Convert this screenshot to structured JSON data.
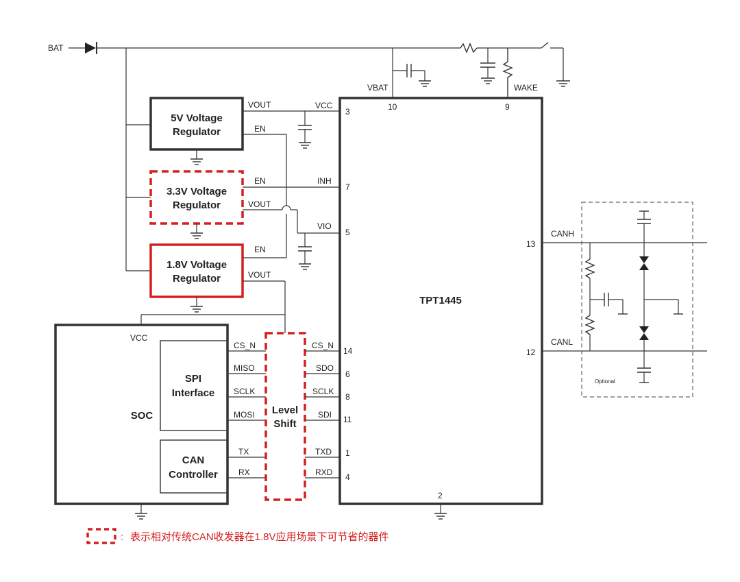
{
  "net_labels": {
    "bat": "BAT",
    "vbat": "VBAT",
    "wake": "WAKE",
    "vcc_top": "VCC",
    "vout_5v": "VOUT",
    "en_5v": "EN",
    "en_33": "EN",
    "inh": "INH",
    "vout_33": "VOUT",
    "vio": "VIO",
    "en_18": "EN",
    "vout_18": "VOUT",
    "soc_vcc": "VCC",
    "canh": "CANH",
    "canl": "CANL"
  },
  "blocks": {
    "reg_5v": [
      "5V Voltage",
      "Regulator"
    ],
    "reg_33v": [
      "3.3V Voltage",
      "Regulator"
    ],
    "reg_18v": [
      "1.8V Voltage",
      "Regulator"
    ],
    "soc": "SOC",
    "spi": [
      "SPI",
      "Interface"
    ],
    "can_ctrl": [
      "CAN",
      "Controller"
    ],
    "level_shift": [
      "Level",
      "Shift"
    ],
    "transceiver": "TPT1445",
    "optional": "Optional"
  },
  "soc_signals": [
    "CS_N",
    "MISO",
    "SCLK",
    "MOSI",
    "TX",
    "RX"
  ],
  "chip_pins": [
    {
      "name": "VCC",
      "num": "3"
    },
    {
      "name": "INH",
      "num": "7"
    },
    {
      "name": "VIO",
      "num": "5"
    },
    {
      "name": "CS_N",
      "num": "14"
    },
    {
      "name": "SDO",
      "num": "6"
    },
    {
      "name": "SCLK",
      "num": "8"
    },
    {
      "name": "SDI",
      "num": "11"
    },
    {
      "name": "TXD",
      "num": "1"
    },
    {
      "name": "RXD",
      "num": "4"
    }
  ],
  "top_pins": {
    "vbat": "10",
    "wake": "9"
  },
  "bottom_pin": "2",
  "right_pins": {
    "canh": "13",
    "canl": "12"
  },
  "legend": {
    "colon": ":",
    "text": "表示相对传统CAN收发器在1.8V应用场景下可节省的器件"
  },
  "colors": {
    "highlight": "#d42020",
    "line": "#333333"
  }
}
